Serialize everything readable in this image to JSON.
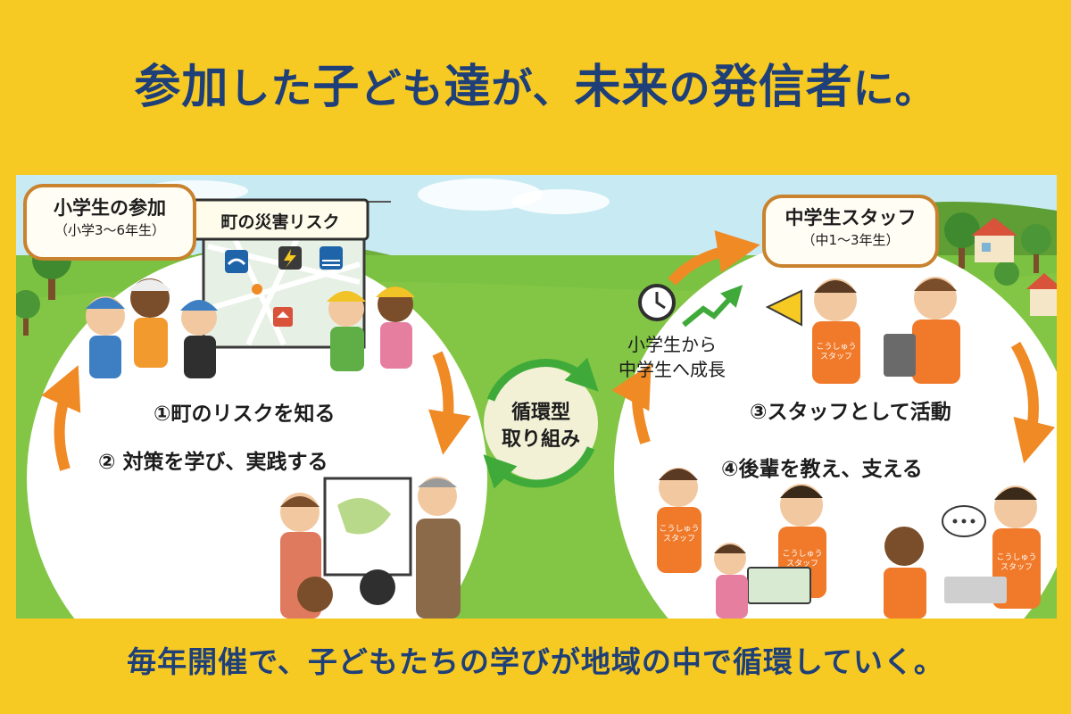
{
  "title": {
    "part1": "参加",
    "part2": "した",
    "part3": "子",
    "part4": "ども",
    "part5": "達",
    "part6": "が、",
    "part7": "未来",
    "part8": "の",
    "part9": "発信者",
    "part10": "に。"
  },
  "left": {
    "badge_title": "小学生の参加",
    "badge_sub": "（小学3〜6年生）",
    "banner": "町の災害リスク",
    "step1": "①町のリスクを知る",
    "step2": "② 対策を学び、実践する"
  },
  "center": {
    "cycle_line1": "循環型",
    "cycle_line2": "取り組み",
    "growth_line1": "小学生から",
    "growth_line2": "中学生へ成長"
  },
  "right": {
    "badge_title": "中学生スタッフ",
    "badge_sub": "（中1〜3年生）",
    "step3": "③スタッフとして活動",
    "step4": "④後輩を教え、支える",
    "vest_text_line1": "こうしゅう",
    "vest_text_line2": "スタッフ"
  },
  "footer": "毎年開催で、子どもたちの学びが地域の中で循環していく。",
  "colors": {
    "background": "#F6C923",
    "title_text": "#1E3F78",
    "grass": "#7CC242",
    "arrow_orange": "#F08A24",
    "arrow_green": "#3FAA3A",
    "badge_border": "#C9822E",
    "vest": "#F07A2A"
  }
}
